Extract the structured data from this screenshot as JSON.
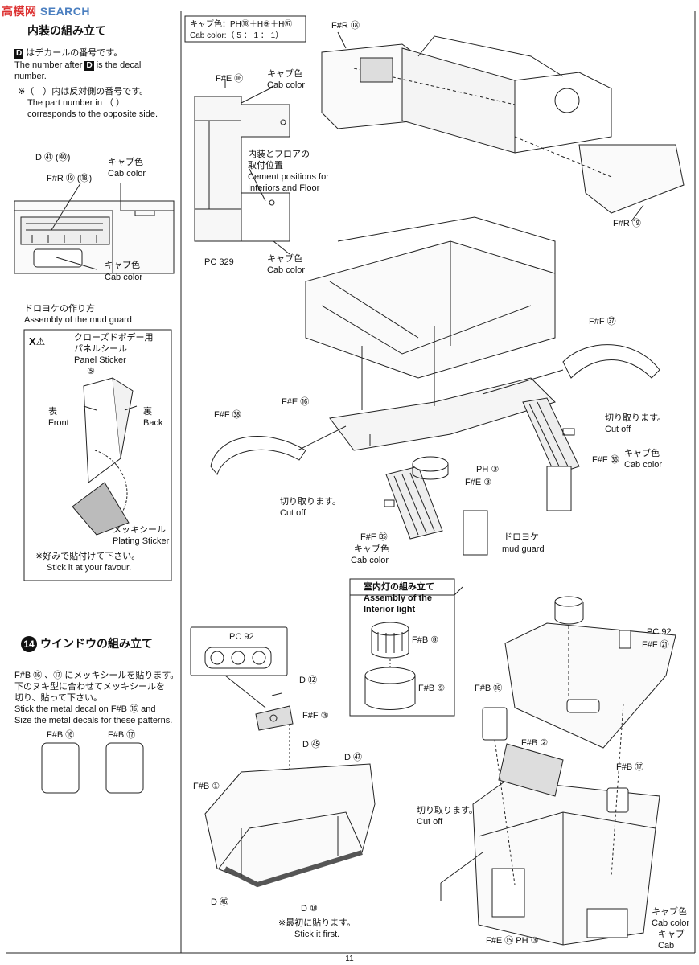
{
  "watermark": {
    "text": "SEARCH",
    "accent": "高模网"
  },
  "sec13": {
    "title": "内装の組み立て",
    "decal_ja": "はデカールの番号です。",
    "decal_en1": "The number after",
    "decal_en2": "is the decal",
    "decal_en3": "number.",
    "note_ja": "※（　）内は反対側の番号です。",
    "note_en1": "The part number in （ ）",
    "note_en2": "corresponds to the opposite side.",
    "d_label": "D ㊶ (㊵)",
    "cab1_ja": "キャブ色",
    "cab1_en": "Cab color",
    "fr_label": "F#R ⑲ (⑱)",
    "cab2_ja": "キャブ色",
    "cab2_en": "Cab color"
  },
  "mud": {
    "title_ja": "ドロヨケの作り方",
    "title_en": "Assembly of the mud guard",
    "panel_ja1": "クローズドボデー用",
    "panel_ja2": "パネルシール",
    "panel_en": "Panel Sticker",
    "num5": "⑤",
    "front_ja": "表",
    "front_en": "Front",
    "back_ja": "裏",
    "back_en": "Back",
    "plate_ja": "メッキシール",
    "plate_en": "Plating Sticker",
    "fav_ja": "※好みで貼付けて下さい。",
    "fav_en": "Stick it at your favour."
  },
  "sec14": {
    "num": "14",
    "title": "ウインドウの組み立て",
    "l1": "F#B ⑯ 、⑰ にメッキシールを貼ります。",
    "l2": "下のヌキ型に合わせてメッキシールを",
    "l3": "切り、貼って下さい。",
    "l4": "Stick the metal decal on F#B ⑯ and",
    "l5": "Size the metal decals for these patterns.",
    "fb16": "F#B ⑯",
    "fb17": "F#B ⑰"
  },
  "cabcolor": {
    "ja": "キャブ色：PH⑱＋H⑨＋H㊼",
    "en": "Cab color:（ 5 ： 1 ： 1）"
  },
  "mid": {
    "fe16": "F#E ⑯",
    "cab_ja": "キャブ色",
    "cab_en": "Cab color",
    "cem_ja1": "内装とフロアの",
    "cem_ja2": "取付位置",
    "cem_en1": "Cement positions for",
    "cem_en2": "Interiors and Floor",
    "pc329": "PC 329",
    "cab2_ja": "キャブ色",
    "cab2_en": "Cab color"
  },
  "top": {
    "fr18": "F#R ⑱",
    "fr19": "F#R ⑲"
  },
  "chassis": {
    "ff37": "F#F ㊲",
    "fe16": "F#E ⑯",
    "ff38": "F#F ㊳",
    "cut1_ja": "切り取ります。",
    "cut1_en": "Cut off",
    "ff36": "F#F ㊱",
    "cab36_ja": "キャブ色",
    "cab36_en": "Cab color",
    "ph3": "PH ③",
    "fe3": "F#E ③",
    "cut2_ja": "切り取ります。",
    "cut2_en": "Cut off",
    "ff35": "F#F ㉟",
    "cab35_ja": "キャブ色",
    "cab35_en": "Cab color",
    "mud_ja": "ドロヨケ",
    "mud_en": "mud guard"
  },
  "light": {
    "title_ja": "室内灯の組み立て",
    "title_en1": "Assembly of the",
    "title_en2": "Interior light",
    "fb8": "F#B ⑧",
    "fb9": "F#B ⑨"
  },
  "window": {
    "pc92": "PC 92",
    "d12": "D ⑫",
    "ff3": "F#F ③",
    "d45": "D ㊺",
    "d47": "D ㊼",
    "fb1": "F#B ①",
    "d46": "D ㊻",
    "d10": "D ⑩",
    "first_ja": "※最初に貼ります。",
    "first_en": "Stick it first."
  },
  "cab": {
    "pc92": "PC 92",
    "ff21": "F#F ㉑",
    "fb16": "F#B ⑯",
    "fb2": "F#B ②",
    "fb17": "F#B ⑰",
    "cut_ja": "切り取ります。",
    "cut_en": "Cut off",
    "fe15": "F#E ⑮  PH ③",
    "cabc_ja": "キャブ色",
    "cabc_en": "Cab color",
    "cab_ja": "キャブ",
    "cab_en": "Cab"
  },
  "page_number": "11"
}
